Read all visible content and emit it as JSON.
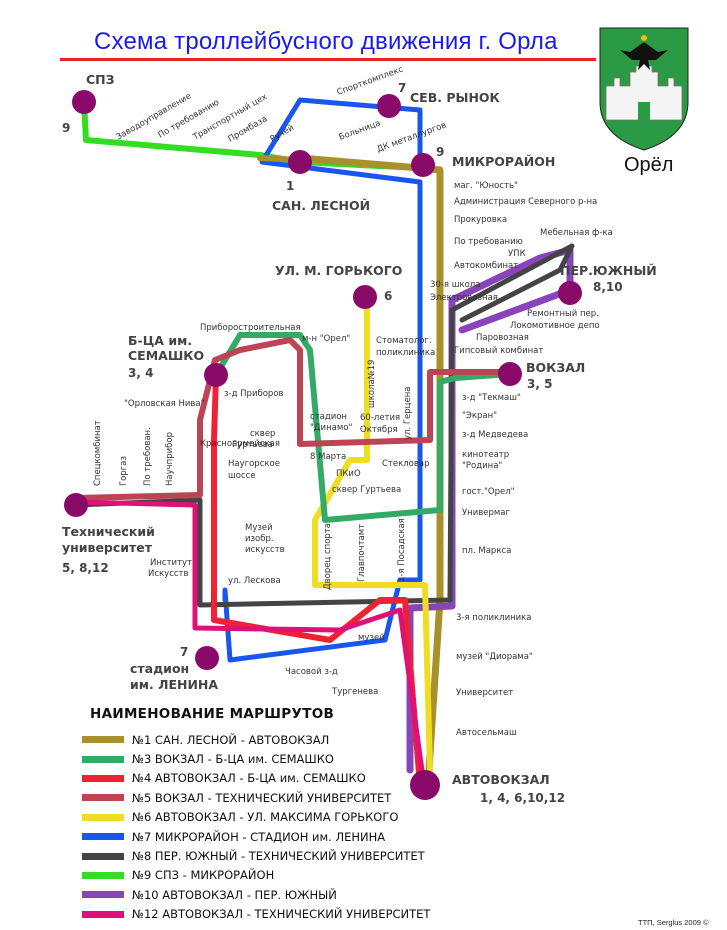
{
  "title": "Схема троллейбусного движения г. Орла",
  "city_label": "Орёл",
  "credit": "ТТП, Serglus 2009 ©",
  "route_colors": {
    "route_1": "#a8902a",
    "route_3": "#33aa66",
    "route_4": "#ee2233",
    "route_5": "#bb4455",
    "route_6": "#eedd22",
    "route_7": "#1a55ee",
    "route_8": "#444444",
    "route_9": "#33dd22",
    "route_10": "#8844bb",
    "route_12": "#dd1177",
    "terminal_stop": "#8a0a6a"
  },
  "stations": {
    "spz": "СПЗ",
    "spz_routes": "9",
    "sev_rynok": "СЕВ. РЫНОК",
    "sev_rynok_routes": "7",
    "mikroraion": "МИКРОРАЙОН",
    "mikroraion_routes": "9",
    "san_lesnoy": "САН. ЛЕСНОЙ",
    "san_lesnoy_routes": "1",
    "ul_m_gorkogo": "УЛ. М. ГОРЬКОГО",
    "ul_m_gorkogo_routes": "6",
    "per_yuzhny": "ПЕР.ЮЖНЫЙ",
    "per_yuzhny_routes": "8,10",
    "b_tsa": "Б-ЦА им.",
    "semashko": "СЕМАШКО",
    "semashko_routes": "3, 4",
    "vokzal": "ВОКЗАЛ",
    "vokzal_routes": "3, 5",
    "tech_1": "Технический",
    "tech_2": "университет",
    "tech_routes": "5, 8,12",
    "stadion_routes": "7",
    "stadion_1": "стадион",
    "stadion_2": "им. ЛЕНИНА",
    "avtovokzal": "АВТОВОКЗАЛ",
    "avtovokzal_routes": "1, 4, 6,10,12"
  },
  "stops_rot": [
    "Заводоуправление",
    "По требованию",
    "Транспортный цех",
    "Промбаза",
    "Ручей",
    "Спорткомплекс",
    "Больница",
    "ДК металлургов",
    "Спецкомбинат",
    "Горгаз",
    "По требован.",
    "Научприбор",
    "школа№19",
    "ул. Герцена",
    "Дворец спорта",
    "Главпочтамт",
    "1-я Посадская"
  ],
  "stops_h": [
    "маг. \"Юность\"",
    "Администрация Северного р-на",
    "Прокуровка",
    "По требованию",
    "Мебельная ф-ка",
    "УПК",
    "Автокомбинат",
    "30-я школа",
    "Электровозная",
    "Ремонтный пер.",
    "Локомотивное депо",
    "Паровозная",
    "Гипсовый комбинат",
    "Приборостроительная",
    "м-н \"Орел\"",
    "Стоматолог.",
    "поликлиника",
    "з-д Приборов",
    "\"Орловская Нива\"",
    "стадион",
    "\"Динамо\"",
    "60-летия",
    "Октября",
    "з-д \"Текмаш\"",
    "\"Экран\"",
    "з-д Медведева",
    "кинотеатр",
    "\"Родина\"",
    "Красноармейская",
    "сквер",
    "Гуртьева",
    "Наугорское",
    "шоссе",
    "8 Марта",
    "ПКиО",
    "Стекловар",
    "сквер Гуртьева",
    "гост.\"Орел\"",
    "Универмаг",
    "Музей",
    "изобр.",
    "искусств",
    "пл. Маркса",
    "Институт",
    "Искусств",
    "ул. Лескова",
    "3-я поликлиника",
    "музей",
    "музей \"Диорама\"",
    "Часовой з-д",
    "Университет",
    "Тургенева",
    "Автосельмаш"
  ],
  "legend": {
    "title": "НАИМЕНОВАНИЕ МАРШРУТОВ",
    "routes": [
      "№1 САН. ЛЕСНОЙ - АВТОВОКЗАЛ",
      "№3 ВОКЗАЛ - Б-ЦА им. СЕМАШКО",
      "№4 АВТОВОКЗАЛ - Б-ЦА им. СЕМАШКО",
      "№5 ВОКЗАЛ - ТЕХНИЧЕСКИЙ УНИВЕРСИТЕТ",
      "№6 АВТОВОКЗАЛ - УЛ. МАКСИМА ГОРЬКОГО",
      "№7 МИКРОРАЙОН - СТАДИОН им. ЛЕНИНА",
      "№8 ПЕР. ЮЖНЫЙ - ТЕХНИЧЕСКИЙ УНИВЕРСИТЕТ",
      "№9 СПЗ - МИКРОРАЙОН",
      "№10 АВТОВОКЗАЛ - ПЕР. ЮЖНЫЙ",
      "№12 АВТОВОКЗАЛ - ТЕХНИЧЕСКИЙ УНИВЕРСИТЕТ"
    ]
  }
}
